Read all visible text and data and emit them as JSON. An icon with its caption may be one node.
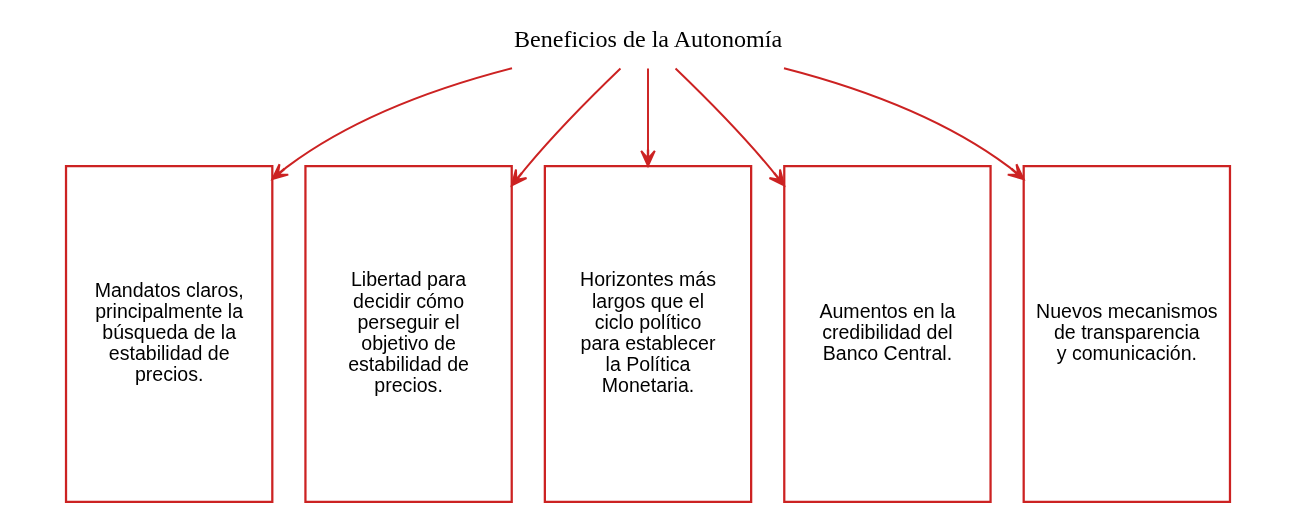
{
  "diagram": {
    "nodes": [
      {
        "text": [
          "Beneficios de la Autonomía"
        ]
      },
      {
        "text": [
          "Mandatos claros, principalmente la búsqueda de la estabilidad de precios."
        ]
      },
      {
        "text": [
          "Libertad para decidir cómo perseguir el objetivo de estabilidad de precios."
        ]
      },
      {
        "text": [
          "Horizontes más largos que el ciclo político para establecer la Política Monetaria."
        ]
      },
      {
        "text": [
          "Aumentos en la credibilidad del Banco Central."
        ]
      },
      {
        "text": [
          "Nuevos mecanismos de transparencia y comunicación."
        ]
      }
    ],
    "edges": [
      {
        "from": 0,
        "to": 1,
        "arrow": "to"
      },
      {
        "from": 0,
        "to": 2,
        "arrow": "to"
      },
      {
        "from": 0,
        "to": 3,
        "arrow": "to"
      },
      {
        "from": 0,
        "to": 4,
        "arrow": "to"
      },
      {
        "from": 0,
        "to": 5,
        "arrow": "to"
      }
    ]
  }
}
